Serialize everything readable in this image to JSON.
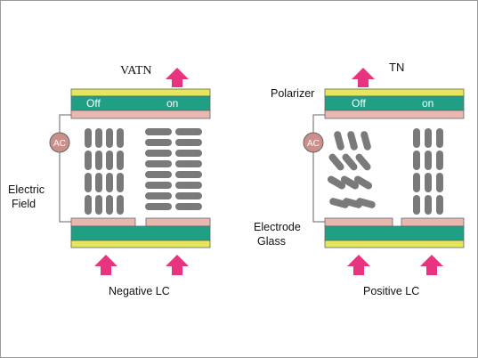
{
  "colors": {
    "polarizer": "#e6e65a",
    "glass": "#1fa084",
    "electrode": "#e8b8b0",
    "lc": "#7a7a7a",
    "arrow": "#e8337f",
    "ac": "#cc8f8a",
    "wire": "#666666"
  },
  "panels": [
    {
      "title": "VATN",
      "off_label": "Off",
      "on_label": "on",
      "ac_label": "AC",
      "side_label_line1": "Electric",
      "side_label_line2": "Field",
      "caption": "Negative LC"
    },
    {
      "title": "TN",
      "off_label": "Off",
      "on_label": "on",
      "ac_label": "AC",
      "polarizer_label": "Polarizer",
      "electrode_label_line1": "Electrode",
      "electrode_label_line2": "Glass",
      "caption": "Positive LC"
    }
  ],
  "icons": [
    "up-arrow-icon",
    "ac-source-icon"
  ]
}
